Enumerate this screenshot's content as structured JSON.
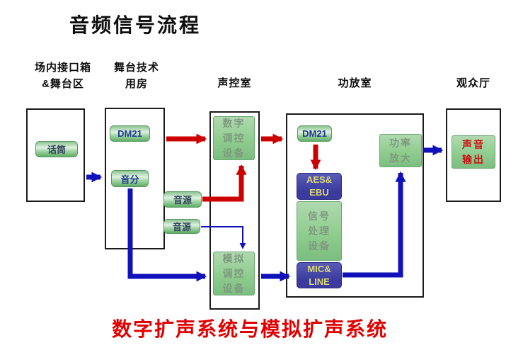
{
  "title": "音频信号流程",
  "footer": "数字扩声系统与模拟扩声系统",
  "sections": {
    "stage_area": "场内接口箱\n&舞台区",
    "stage_tech_room": "舞台技术\n用房",
    "sound_control_room": "声控室",
    "amplifier_room": "功放室",
    "audience_hall": "观众厅"
  },
  "nodes": {
    "microphone": "话筒",
    "dm21_stage": "DM21",
    "audio_splitter": "音分",
    "audio_source_1": "音源",
    "audio_source_2": "音源",
    "digital_control_equipment": "数字\n调控\n设备",
    "analog_control_equipment": "模拟\n调控\n设备",
    "dm21_amp": "DM21",
    "aes_ebu": "AES&\nEBU",
    "signal_processing_equipment": "信号\n处理\n设备",
    "mic_line": "MIC&\nLINE",
    "power_amplifier": "功率\n放大",
    "sound_output": "声音\n输出"
  },
  "flows": [
    {
      "from": "microphone",
      "to": "stage_tech_room",
      "color": "blue"
    },
    {
      "from": "stage_tech_room",
      "to": "digital_control_equipment",
      "color": "red"
    },
    {
      "from": "digital_control_equipment",
      "to": "amplifier_room",
      "color": "red"
    },
    {
      "from": "audio_source_1",
      "to": "digital_control_equipment",
      "color": "red"
    },
    {
      "from": "audio_source_2",
      "to": "analog_control_equipment",
      "color": "blue-thin"
    },
    {
      "from": "audio_splitter",
      "to": "analog_control_equipment",
      "color": "blue"
    },
    {
      "from": "analog_control_equipment",
      "to": "amplifier_room",
      "color": "blue"
    },
    {
      "from": "dm21_amp",
      "to": "aes_ebu",
      "color": "red"
    },
    {
      "from": "mic_line",
      "to": "power_amplifier",
      "color": "blue"
    },
    {
      "from": "power_amplifier",
      "to": "sound_output",
      "color": "blue"
    }
  ],
  "colors": {
    "arrow_red": "#cc0000",
    "arrow_blue": "#1111bb",
    "node_green": "#8fcd8f",
    "node_green_light": "#dff2df",
    "node_green_dark": "#5fae66",
    "node_purple": "#3b3b9e",
    "purple_text": "#d9d978",
    "green_text": "#7e9a7e",
    "footer_red": "#e00000"
  }
}
